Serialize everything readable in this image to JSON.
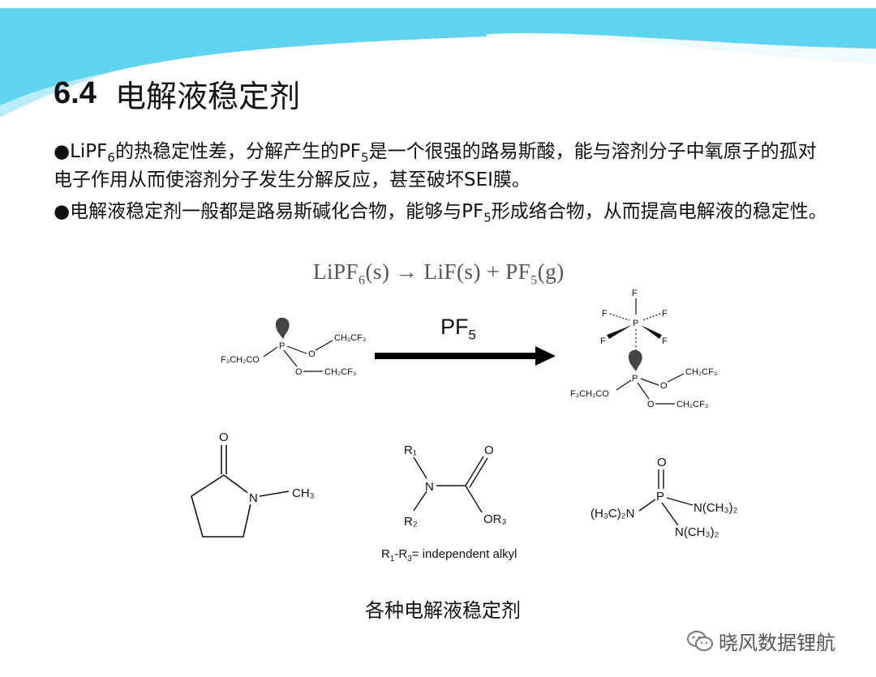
{
  "slide": {
    "title_number": "6.4",
    "title_text": "电解液稳定剂"
  },
  "bullets": [
    {
      "bullet": "●",
      "a": "LiPF",
      "sub1": "6",
      "b": "的热稳定性差，分解产生的PF",
      "sub2": "5",
      "c": "是一个很强的路易斯酸，能与溶剂分子中氧原子的孤对电子作用从而使溶剂分子发生分解反应，甚至破坏SEI膜。"
    },
    {
      "bullet": "●",
      "a": "电解液稳定剂一般都是路易斯碱化合物，能够与PF",
      "sub1": "5",
      "b": "形成络合物，从而提高电解液的稳定性。"
    }
  ],
  "equation": {
    "part1": "LiPF",
    "sub1": "6",
    "part2": "(s) → LiF(s) + PF",
    "sub2": "5",
    "part3": "(g)"
  },
  "reaction": {
    "reagent": "PF",
    "reagent_sub": "5",
    "phosphite": {
      "p": "P",
      "o1": "O",
      "o2": "O",
      "g_left": "F₃CH₂CO",
      "g_top": "CH₂CF₃",
      "g_bottom": "CH₂CF₃"
    },
    "complex": {
      "f_top": "F",
      "f_left": "F",
      "f_right": "F",
      "f_bl": "F",
      "f_br": "F",
      "p_upper": "P",
      "p_lower": "P",
      "o1": "O",
      "o2": "O",
      "g_left": "F₃CH₂CO",
      "g_top": "CH₂CF₃",
      "g_bottom": "CH₂CF₃"
    }
  },
  "structures": {
    "nmp": {
      "o": "O",
      "n": "N",
      "me": "CH₃"
    },
    "carbamate": {
      "r1": "R₁",
      "r2": "R₂",
      "n": "N",
      "o": "O",
      "or3": "OR₃",
      "caption_a": "R",
      "caption_sub1": "1",
      "caption_b": "-R",
      "caption_sub2": "3",
      "caption_c": "= independent alkyl"
    },
    "hmpa": {
      "o": "O",
      "p": "P",
      "left": "(H₃C)₂N",
      "right": "N(CH₃)₂",
      "bottom": "N(CH₃)₂"
    }
  },
  "caption": "各种电解液稳定剂",
  "watermark": "晓风数据锂航",
  "colors": {
    "banner": "#5fd4ef",
    "banner_light": "#b8ecf8",
    "arrow": "#000000"
  }
}
